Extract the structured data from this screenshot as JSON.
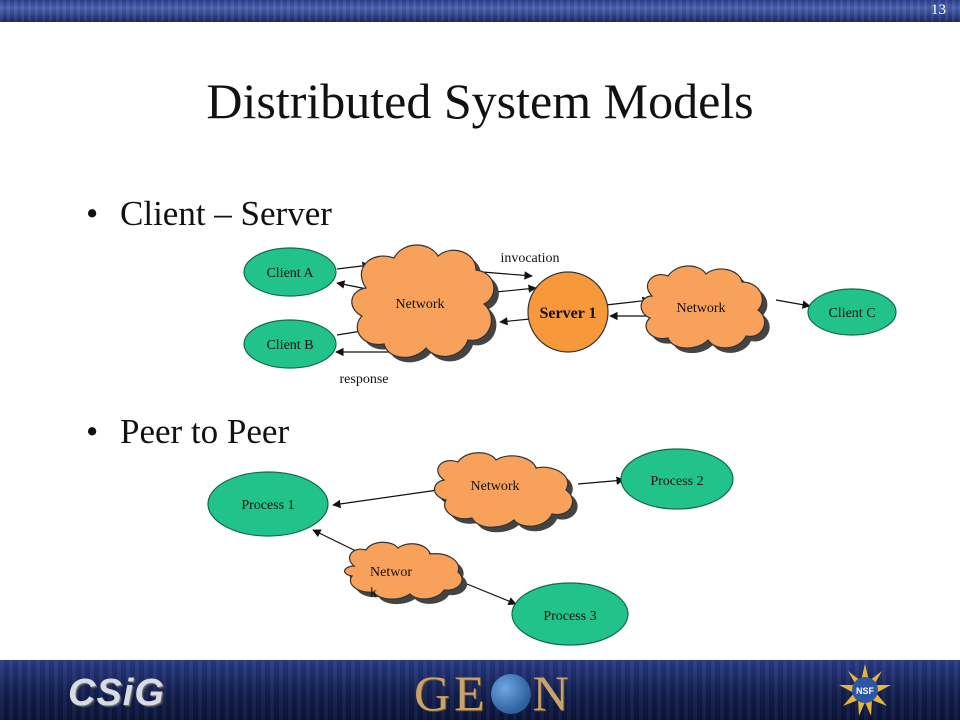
{
  "slide": {
    "number": "13",
    "title": "Distributed System Models"
  },
  "bullets": [
    {
      "bullet": "•",
      "text": "Client – Server"
    },
    {
      "bullet": "•",
      "text": "Peer to Peer"
    }
  ],
  "client_server": {
    "client_a": "Client A",
    "client_b": "Client B",
    "client_c": "Client C",
    "server": "Server 1",
    "network_left": "Network",
    "network_right": "Network",
    "invocation": "invocation",
    "response": "response"
  },
  "peer_to_peer": {
    "process1": "Process 1",
    "process2": "Process 2",
    "process3": "Process 3",
    "network_top": "Network",
    "network_bottom_line1": "Networ",
    "network_bottom_line2": "k"
  },
  "logos": {
    "left": "CSiG",
    "center_a": "GE",
    "center_b": "N",
    "right": "NSF"
  },
  "colors": {
    "client_fill": "#22c38a",
    "server_fill": "#f7983a",
    "cloud_fill": "#f7a15a",
    "bar": "#1f2f73"
  }
}
